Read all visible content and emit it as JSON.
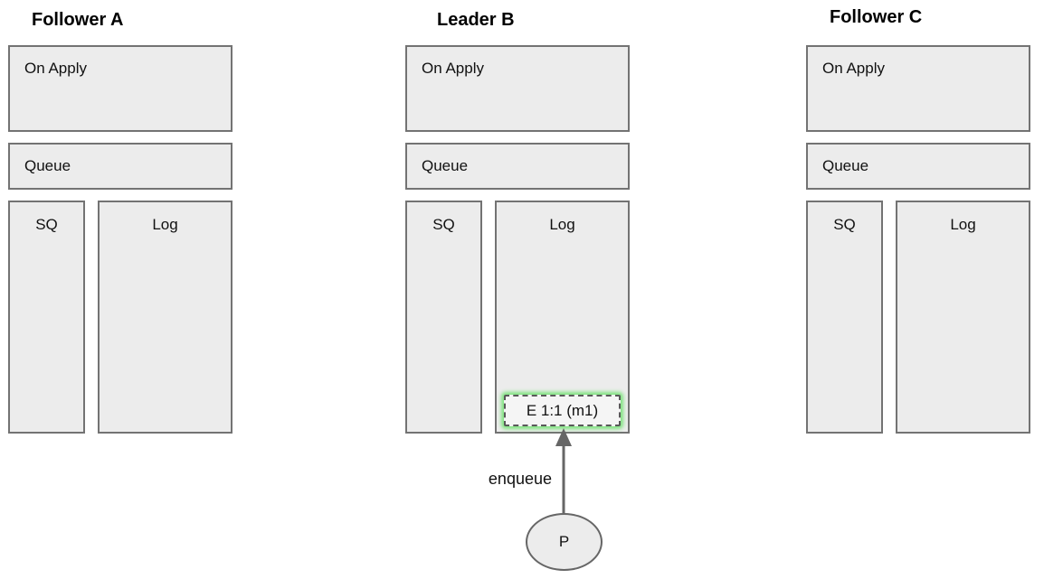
{
  "colors": {
    "box_fill": "#ececec",
    "box_border": "#737373",
    "entry_glow_green": "#7ee37e",
    "arrow_gray": "#666666"
  },
  "columns": [
    {
      "title": "Follower A",
      "on_apply_label": "On Apply",
      "queue_label": "Queue",
      "sq_label": "SQ",
      "log_label": "Log"
    },
    {
      "title": "Leader B",
      "on_apply_label": "On Apply",
      "queue_label": "Queue",
      "sq_label": "SQ",
      "log_label": "Log",
      "log_entries": [
        {
          "label": "E 1:1 (m1)",
          "highlighted": true
        }
      ]
    },
    {
      "title": "Follower C",
      "on_apply_label": "On Apply",
      "queue_label": "Queue",
      "sq_label": "SQ",
      "log_label": "Log"
    }
  ],
  "producer": {
    "label": "P",
    "action_label": "enqueue"
  }
}
